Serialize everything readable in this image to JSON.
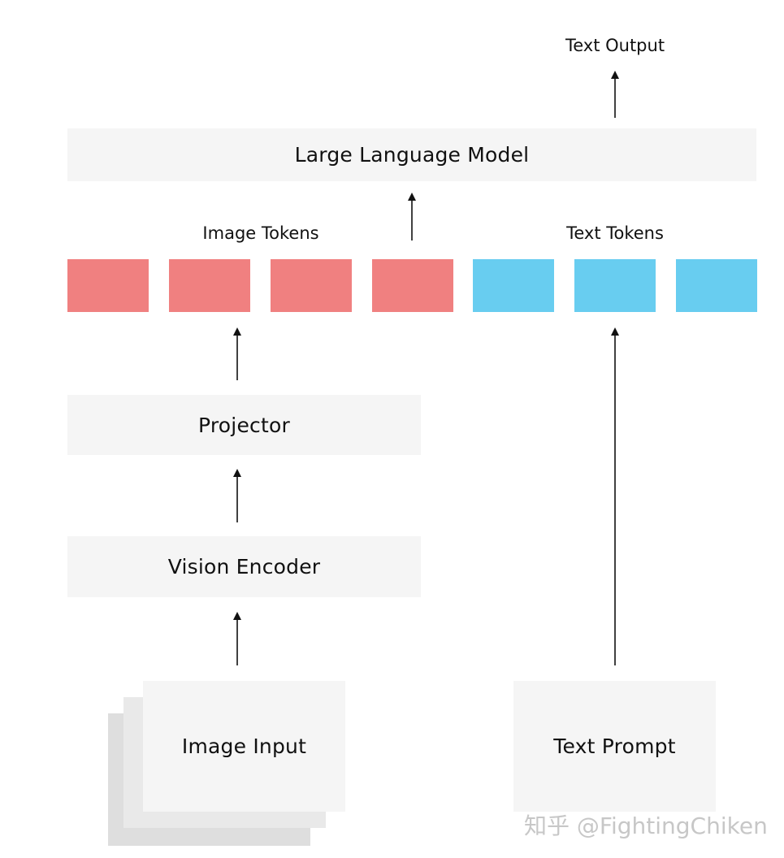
{
  "title_output": "Text Output",
  "llm": {
    "label": "Large Language Model"
  },
  "tokens": {
    "image_label": "Image Tokens",
    "text_label": "Text Tokens",
    "image_count": 4,
    "text_count": 3,
    "image_color": "#f08080",
    "text_color": "#68cdf0"
  },
  "projector": {
    "label": "Projector"
  },
  "vision_encoder": {
    "label": "Vision Encoder"
  },
  "image_input": {
    "label": "Image Input"
  },
  "text_prompt": {
    "label": "Text Prompt"
  },
  "watermark": "知乎 @FightingChiken"
}
